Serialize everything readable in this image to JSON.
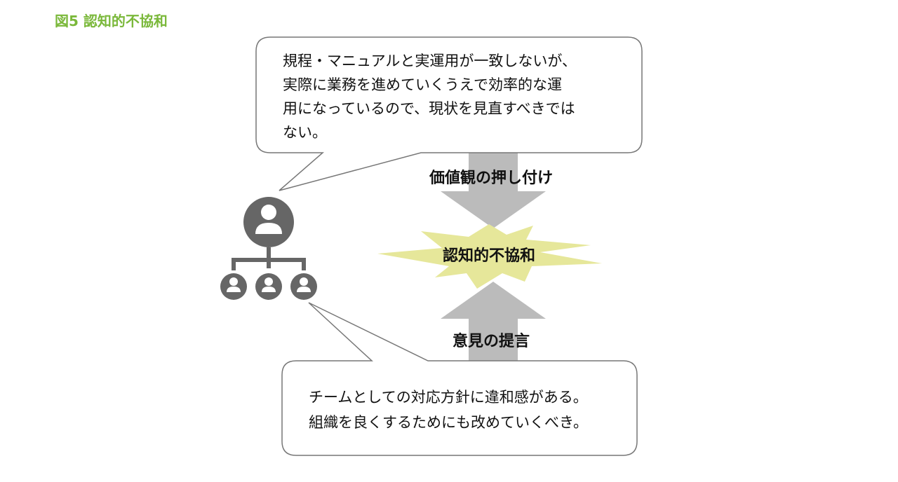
{
  "title": "図5 認知的不協和",
  "top_bubble": {
    "lines": [
      "規程・マニュアルと実運用が一致しないが、",
      "実際に業務を進めていくうえで効率的な運",
      "用になっているので、現状を見直すべきでは",
      "ない。"
    ]
  },
  "bottom_bubble": {
    "lines": [
      "チームとしての対応方針に違和感がある。",
      "組織を良くするためにも改めていくべき。"
    ]
  },
  "down_arrow_label": "価値観の押し付け",
  "up_arrow_label": "意見の提言",
  "center_label": "認知的不協和",
  "colors": {
    "title": "#7ab83a",
    "arrow": "#bbbbbb",
    "burst": "#e6e79a",
    "icon": "#666666"
  }
}
